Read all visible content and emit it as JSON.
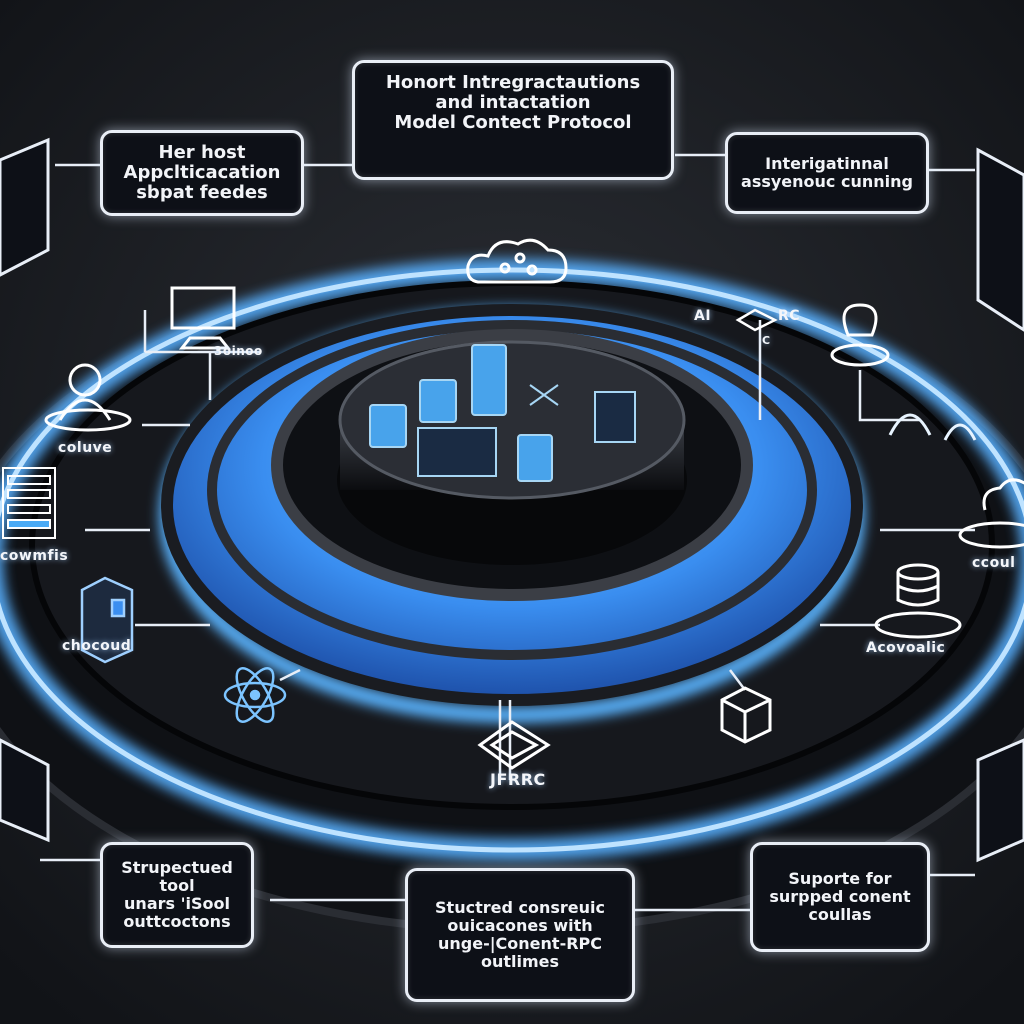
{
  "boxes": {
    "top_center": [
      "Honort Intregractautions",
      "and intactation",
      "Model  Contect Protocol"
    ],
    "top_left": [
      "Her host",
      "Appclticacation",
      "sbpat feedes"
    ],
    "top_right": [
      "Interigatinnal",
      "assyenouc cunning"
    ],
    "bottom_left": [
      "Strupectued tool",
      "unars 'iSool",
      "outtcoctons"
    ],
    "bottom_center": [
      "Stuctred consreuic",
      "ouicacones  with",
      "unge-|Conent-RPC",
      "outlimes"
    ],
    "bottom_right": [
      "Suporte for",
      "surpped conent",
      "coullas"
    ]
  },
  "icon_labels": {
    "monitor": "3oinoo",
    "users": "coluve",
    "server_list": "cowmfis",
    "building": "chocoud",
    "ai_rc": "AI",
    "ai_rc_right": "RC",
    "ai_rc_sub": "C",
    "jsonrpc": "JFRRC",
    "cloud_right": "ccoul",
    "database": "Acovoalic"
  },
  "colors": {
    "accent_blue": "#3a8ef0",
    "glow": "#9fd0ff",
    "background": "#1b1d21"
  }
}
